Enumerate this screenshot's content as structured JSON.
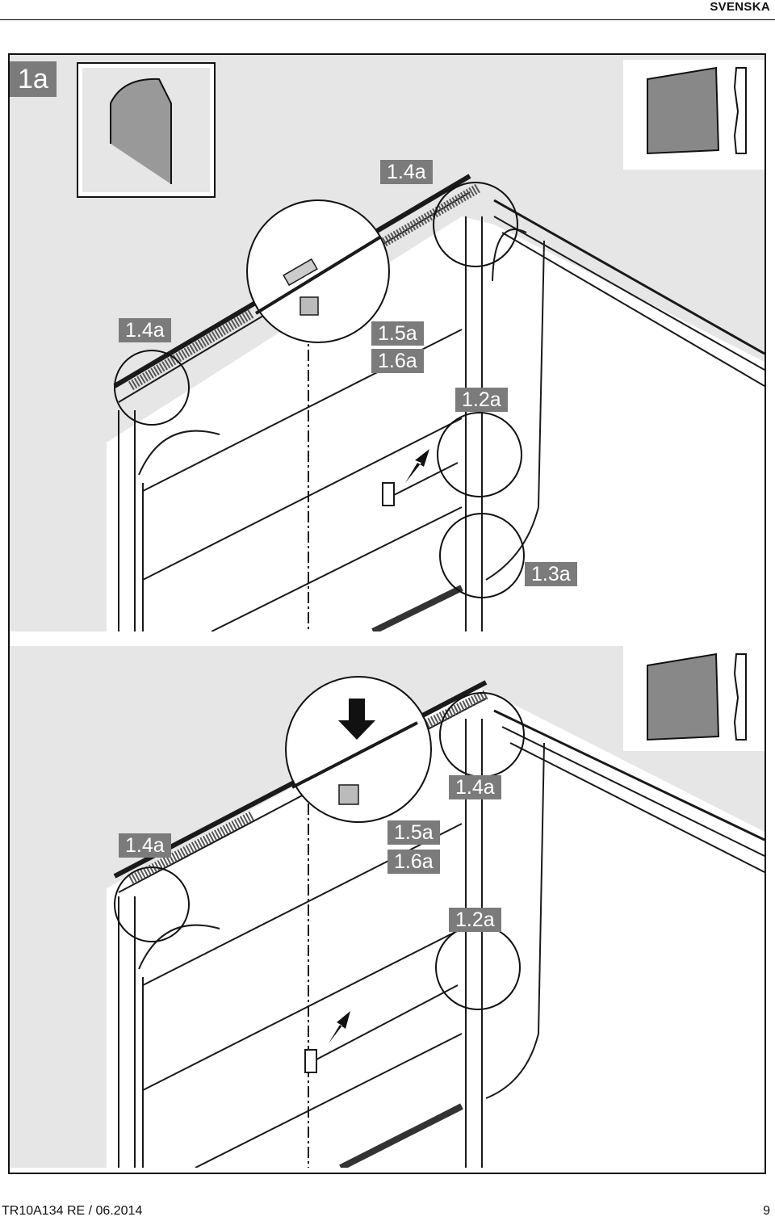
{
  "header": {
    "language": "SVENSKA"
  },
  "step": "1a",
  "labels": {
    "top": {
      "l14a_top": "1.4a",
      "l14a_left": "1.4a",
      "l15a": "1.5a",
      "l16a": "1.6a",
      "l12a": "1.2a",
      "l13a": "1.3a"
    },
    "bottom": {
      "l14a_left": "1.4a",
      "l14a_right": "1.4a",
      "l15a": "1.5a",
      "l16a": "1.6a",
      "l12a": "1.2a"
    }
  },
  "colors": {
    "panel_bg": "#e6e6e6",
    "label_bg": "#7b7b7b",
    "line": "#1a1a1a"
  },
  "footer": {
    "doc_ref": "TR10A134  RE / 06.2014",
    "page": "9"
  }
}
